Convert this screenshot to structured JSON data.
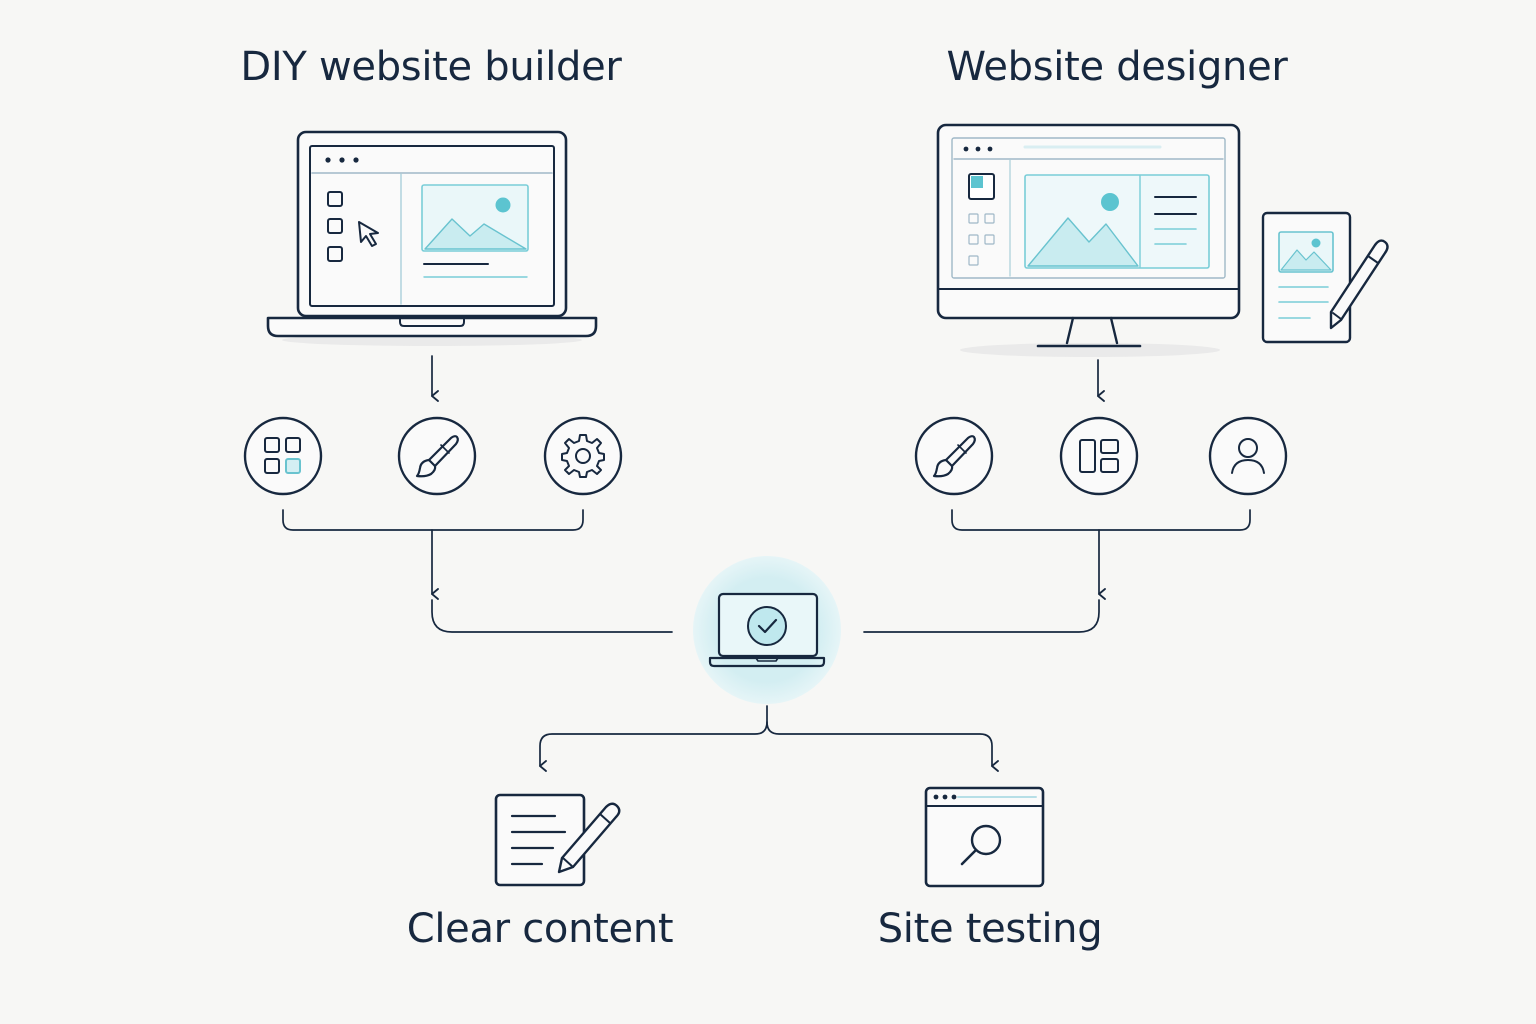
{
  "diagram": {
    "left_branch": {
      "title": "DIY website builder",
      "device_icon": "laptop-builder-icon",
      "feature_icons": [
        "grid-apps-icon",
        "paintbrush-icon",
        "gear-icon"
      ]
    },
    "right_branch": {
      "title": "Website designer",
      "device_icon": "desktop-monitor-icon",
      "extra_icon": "mockup-document-pencil-icon",
      "feature_icons": [
        "paintbrush-icon",
        "layout-icon",
        "user-icon"
      ]
    },
    "center_node": {
      "icon": "laptop-check-icon"
    },
    "outcomes": [
      {
        "label": "Clear content",
        "icon": "document-pencil-icon"
      },
      {
        "label": "Site testing",
        "icon": "browser-search-icon"
      }
    ],
    "colors": {
      "line": "#17283f",
      "accent": "#5cc4d0",
      "accent_fill": "#d7f0f3",
      "background": "#f7f7f5"
    }
  }
}
